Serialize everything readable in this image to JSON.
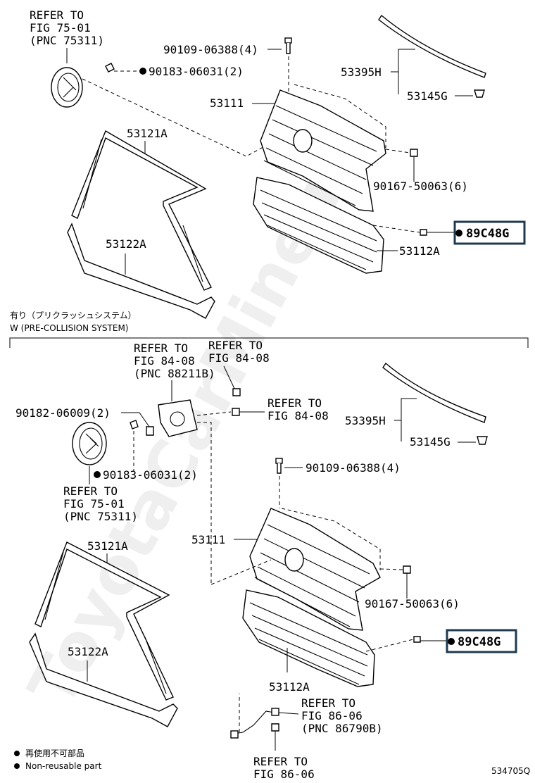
{
  "watermark": "ToyotaCarMine.ru",
  "section_w": {
    "title_jp": "有り（プリクラッシュシステム）",
    "title_en": "W (PRE-COLLISION SYSTEM)"
  },
  "top": {
    "emblem_ref_1": "REFER TO",
    "emblem_ref_2": "FIG 75-01",
    "emblem_ref_3": "(PNC 75311)",
    "clip_90183": "90183-06031(2)",
    "screw_90109": "90109-06388(4)",
    "p53395H": "53395H",
    "p53145G": "53145G",
    "p53111": "53111",
    "p53121A": "53121A",
    "p53122A": "53122A",
    "nut_90167": "90167-50063(6)",
    "p89C48G": "89C48G",
    "p53112A": "53112A"
  },
  "bottom": {
    "sensor_ref_1": "REFER TO",
    "sensor_ref_2": "FIG 84-08",
    "sensor_ref_3": "(PNC 88211B)",
    "ref_84_a1": "REFER TO",
    "ref_84_a2": "FIG 84-08",
    "ref_84_b1": "REFER TO",
    "ref_84_b2": "FIG 84-08",
    "bolt_90182": "90182-06009(2)",
    "p53395H": "53395H",
    "p53145G": "53145G",
    "clip_90183": "90183-06031(2)",
    "screw_90109": "90109-06388(4)",
    "emblem_ref_1": "REFER TO",
    "emblem_ref_2": "FIG 75-01",
    "emblem_ref_3": "(PNC 75311)",
    "p53111": "53111",
    "p53121A": "53121A",
    "nut_90167": "90167-50063(6)",
    "p89C48G": "89C48G",
    "p53122A": "53122A",
    "p53112A": "53112A",
    "ref_86_a1": "REFER TO",
    "ref_86_a2": "FIG 86-06",
    "ref_86_a3": "(PNC 86790B)",
    "ref_86_b1": "REFER TO",
    "ref_86_b2": "FIG 86-06"
  },
  "legend": {
    "jp": "再使用不可部品",
    "en": "Non-reusable part"
  },
  "diagram_id": "534705Q"
}
